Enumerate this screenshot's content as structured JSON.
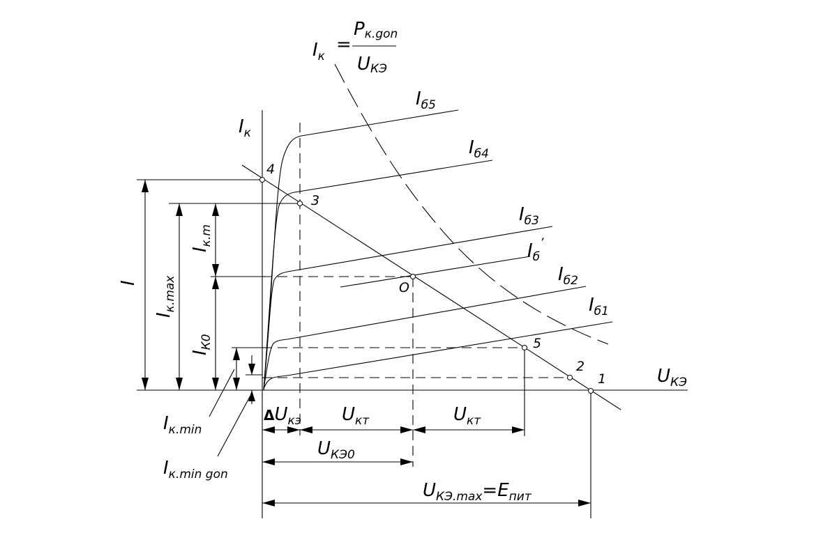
{
  "power_formula": {
    "lhs_main": "I",
    "lhs_sub": "к",
    "equals": "=",
    "num_main": "P",
    "num_sub": "к.gon",
    "den_main": "U",
    "den_sub": "КЭ"
  },
  "axes": {
    "y_main": "I",
    "y_sub": "к",
    "x_main": "U",
    "x_sub": "КЭ"
  },
  "curves": [
    {
      "main": "I",
      "sub": "б5"
    },
    {
      "main": "I",
      "sub": "б4"
    },
    {
      "main": "I",
      "sub": "б3"
    },
    {
      "main": "I",
      "sub": "б",
      "prime": "’"
    },
    {
      "main": "I",
      "sub": "б2"
    },
    {
      "main": "I",
      "sub": "б1"
    }
  ],
  "points": [
    "4",
    "3",
    "O",
    "5",
    "2",
    "1"
  ],
  "left_dims": {
    "I": "I",
    "ikmax_main": "I",
    "ikmax_sub": "к.max",
    "ikm_main": "I",
    "ikm_sub": "к.m",
    "ik0_main": "I",
    "ik0_sub": "К0",
    "ikmin_main": "I",
    "ikmin_sub": "к.min",
    "ikmingon_main": "I",
    "ikmingon_sub": "к.min gon"
  },
  "bottom_dims": {
    "delta": "Δ",
    "duke_main": "U",
    "duke_sub": "кэ",
    "ukm1_main": "U",
    "ukm1_sub": "кт",
    "ukm2_main": "U",
    "ukm2_sub": "кт",
    "uke0_main": "U",
    "uke0_sub": "КЭ0",
    "ukemax_main": "U",
    "ukemax_sub": "КЭ.max",
    "ukemax_eq": "=",
    "epit_main": "E",
    "epit_sub": "пит"
  }
}
